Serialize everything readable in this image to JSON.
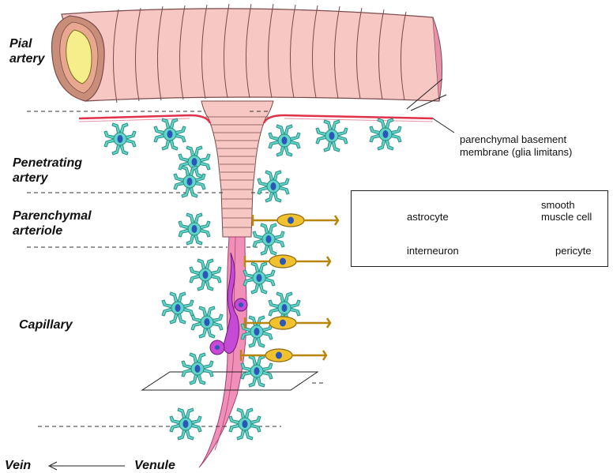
{
  "labels": {
    "pial_artery": [
      "Pial",
      "artery"
    ],
    "penetrating_artery": [
      "Penetrating",
      "artery"
    ],
    "parenchymal_arteriole": [
      "Parenchymal",
      "arteriole"
    ],
    "capillary": "Capillary",
    "vein": "Vein",
    "venule": "Venule"
  },
  "basement_membrane_note": [
    "parenchymal basement",
    "membrane (glia limitans)"
  ],
  "legend": {
    "astrocyte": "astrocyte",
    "smooth_muscle_cell": [
      "smooth",
      "muscle cell"
    ],
    "interneuron": "interneuron",
    "pericyte": "pericyte"
  },
  "colors": {
    "artery_wall": "#f7c7c3",
    "artery_outline": "#7a4a4a",
    "lumen": "#f5ee8a",
    "astrocyte": "#5fd6c8",
    "astrocyte_nucleus": "#2a57b8",
    "interneuron": "#f2c12e",
    "pericyte": "#c74ad6",
    "glia_limitans": "#e0314a",
    "vessel_pink": "#f090b8"
  }
}
